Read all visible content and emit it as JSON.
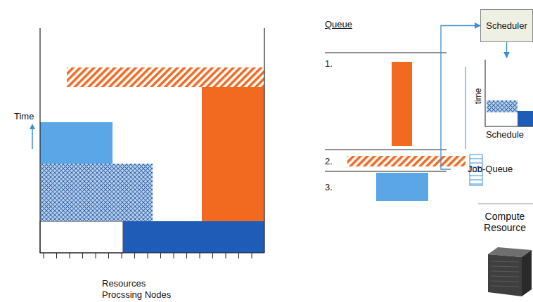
{
  "diagram": {
    "nodes": [
      {
        "text": [
          "Scheduler"
        ]
      },
      {
        "text": [
          "Schedule"
        ]
      },
      {
        "text": [
          "Job-Queue"
        ]
      },
      {
        "text": [
          "Compute Resource"
        ]
      }
    ],
    "edges": [
      {
        "from": 0,
        "to": 1,
        "arrow": "to"
      },
      {
        "from": 2,
        "to": 0,
        "arrow": "to"
      }
    ],
    "labels": [
      "Queue",
      "1.",
      "2.",
      "3.",
      "time",
      "Time",
      "Resources Procssing Nodes"
    ]
  }
}
